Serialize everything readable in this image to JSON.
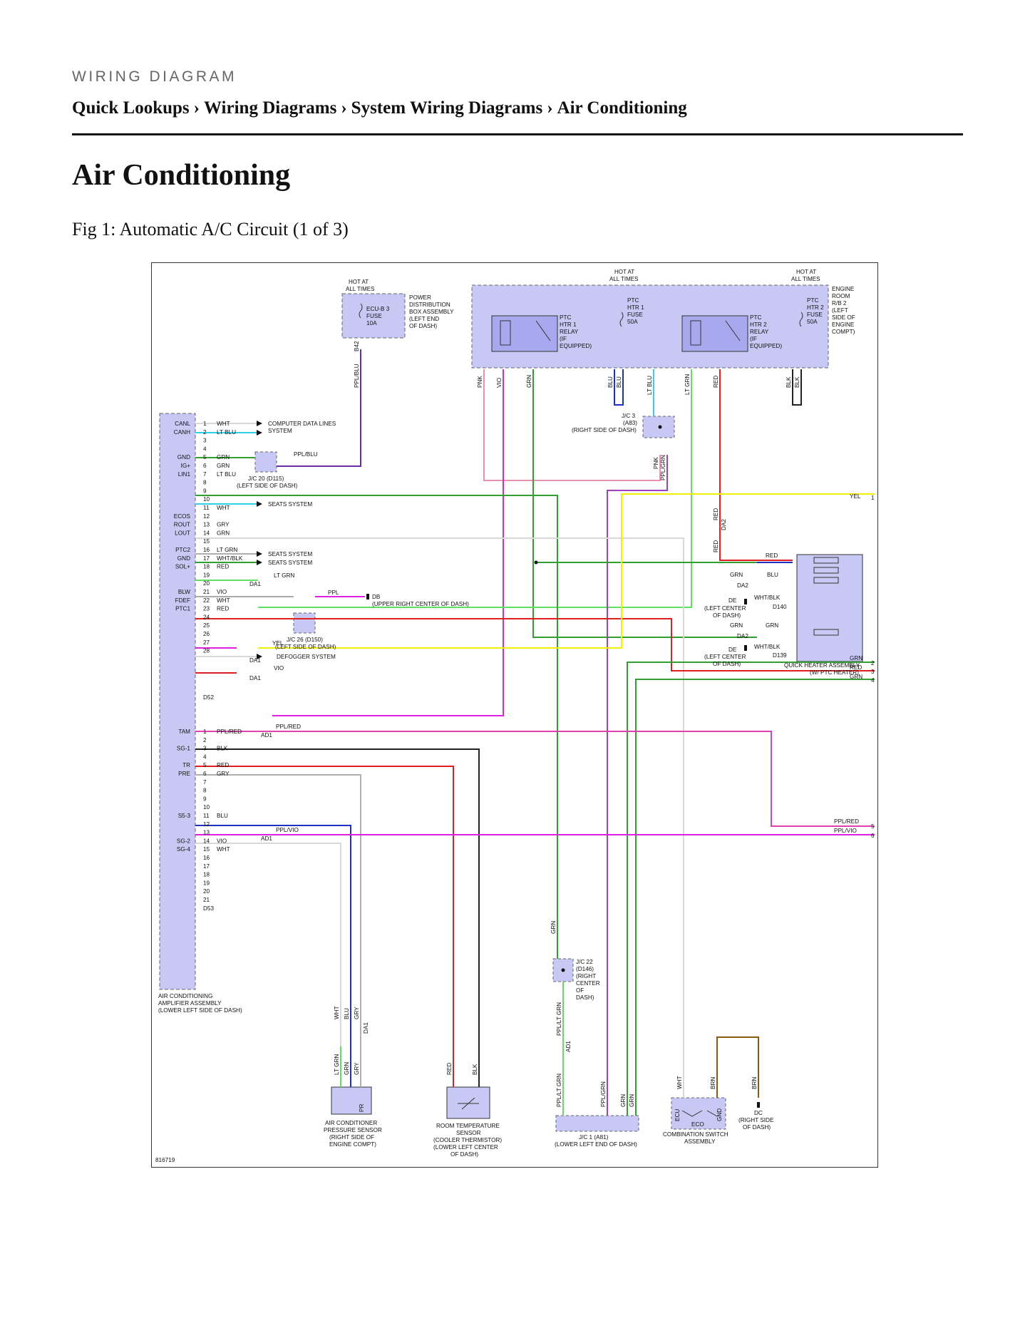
{
  "header": {
    "kicker": "WIRING DIAGRAM",
    "breadcrumb": [
      "Quick Lookups",
      "Wiring Diagrams",
      "System Wiring Diagrams",
      "Air Conditioning"
    ],
    "separator": "›"
  },
  "page_title": "Air Conditioning",
  "figure": {
    "caption": "Fig 1: Automatic A/C Circuit (1 of 3)",
    "id": "816719"
  },
  "colors": {
    "component_fill": "#c8c8f5",
    "wire_ppl_blu": "#6a2ea0",
    "wire_pnk": "#e890b0",
    "wire_vio": "#e020e0",
    "wire_grn": "#30a030",
    "wire_blu": "#2030c0",
    "wire_lt_blu": "#30d0e8",
    "wire_red": "#e02020",
    "wire_yel": "#f0f000",
    "wire_blk": "#222222",
    "wire_gry": "#b0b0b0",
    "wire_wht": "#d8d8d8",
    "wire_brn": "#8a5a10",
    "wire_ppl": "#a040c0"
  },
  "amplifier": {
    "name": [
      "AIR CONDITIONING",
      "AMPLIFIER ASSEMBLY",
      "(LOWER LEFT SIDE OF DASH)"
    ],
    "connector_a": "D52",
    "connector_b": "D53",
    "signals_a": [
      {
        "name": "CANL",
        "pin": "1",
        "wire": "WHT"
      },
      {
        "name": "CANH",
        "pin": "2",
        "wire": "LT BLU"
      },
      {
        "name": "",
        "pin": "3",
        "wire": ""
      },
      {
        "name": "",
        "pin": "4",
        "wire": ""
      },
      {
        "name": "GND",
        "pin": "5",
        "wire": "GRN"
      },
      {
        "name": "IG+",
        "pin": "6",
        "wire": "GRN"
      },
      {
        "name": "LIN1",
        "pin": "7",
        "wire": "LT BLU"
      },
      {
        "name": "",
        "pin": "8",
        "wire": ""
      },
      {
        "name": "",
        "pin": "9",
        "wire": ""
      },
      {
        "name": "",
        "pin": "10",
        "wire": ""
      },
      {
        "name": "",
        "pin": "11",
        "wire": "WHT"
      },
      {
        "name": "ECOS",
        "pin": "12",
        "wire": ""
      },
      {
        "name": "ROUT",
        "pin": "13",
        "wire": "GRY"
      },
      {
        "name": "LOUT",
        "pin": "14",
        "wire": "GRN"
      },
      {
        "name": "",
        "pin": "15",
        "wire": ""
      },
      {
        "name": "PTC2",
        "pin": "16",
        "wire": "LT GRN"
      },
      {
        "name": "GND",
        "pin": "17",
        "wire": "WHT/BLK"
      },
      {
        "name": "SOL+",
        "pin": "18",
        "wire": "RED"
      },
      {
        "name": "",
        "pin": "19",
        "wire": ""
      },
      {
        "name": "",
        "pin": "20",
        "wire": ""
      },
      {
        "name": "BLW",
        "pin": "21",
        "wire": "VIO"
      },
      {
        "name": "FDEF",
        "pin": "22",
        "wire": "WHT"
      },
      {
        "name": "PTC1",
        "pin": "23",
        "wire": "RED"
      },
      {
        "name": "",
        "pin": "24",
        "wire": ""
      },
      {
        "name": "",
        "pin": "25",
        "wire": ""
      },
      {
        "name": "",
        "pin": "26",
        "wire": ""
      },
      {
        "name": "",
        "pin": "27",
        "wire": ""
      },
      {
        "name": "",
        "pin": "28",
        "wire": ""
      }
    ],
    "signals_b": [
      {
        "name": "TAM",
        "pin": "1",
        "wire": "PPL/RED"
      },
      {
        "name": "",
        "pin": "2",
        "wire": ""
      },
      {
        "name": "SG-1",
        "pin": "3",
        "wire": "BLK"
      },
      {
        "name": "",
        "pin": "4",
        "wire": ""
      },
      {
        "name": "TR",
        "pin": "5",
        "wire": "RED"
      },
      {
        "name": "PRE",
        "pin": "6",
        "wire": "GRY"
      },
      {
        "name": "",
        "pin": "7",
        "wire": ""
      },
      {
        "name": "",
        "pin": "8",
        "wire": ""
      },
      {
        "name": "",
        "pin": "9",
        "wire": ""
      },
      {
        "name": "",
        "pin": "10",
        "wire": ""
      },
      {
        "name": "S5-3",
        "pin": "11",
        "wire": "BLU"
      },
      {
        "name": "",
        "pin": "12",
        "wire": ""
      },
      {
        "name": "",
        "pin": "13",
        "wire": ""
      },
      {
        "name": "SG-2",
        "pin": "14",
        "wire": "VIO"
      },
      {
        "name": "SG-4",
        "pin": "15",
        "wire": "WHT"
      },
      {
        "name": "",
        "pin": "16",
        "wire": ""
      },
      {
        "name": "",
        "pin": "17",
        "wire": ""
      },
      {
        "name": "",
        "pin": "18",
        "wire": ""
      },
      {
        "name": "",
        "pin": "19",
        "wire": ""
      },
      {
        "name": "",
        "pin": "20",
        "wire": ""
      },
      {
        "name": "",
        "pin": "21",
        "wire": ""
      }
    ]
  },
  "labels": {
    "hot_at_all_times": [
      "HOT AT",
      "ALL TIMES"
    ],
    "pdb": [
      "POWER",
      "DISTRIBUTION",
      "BOX ASSEMBLY",
      "(LEFT END",
      "OF DASH)"
    ],
    "ecu_fuse": [
      "ECU-B 3",
      "FUSE",
      "10A"
    ],
    "b42": "B42",
    "ppl_blu": "PPL/BLU",
    "engine_rb": [
      "ENGINE",
      "ROOM",
      "R/B 2",
      "(LEFT",
      "SIDE OF",
      "ENGINE",
      "COMPT)"
    ],
    "ptc_relay_1": [
      "PTC",
      "HTR 1",
      "RELAY",
      "(IF",
      "EQUIPPED)"
    ],
    "ptc_fuse_1": [
      "PTC",
      "HTR 1",
      "FUSE",
      "50A"
    ],
    "ptc_relay_2": [
      "PTC",
      "HTR 2",
      "RELAY",
      "(IF",
      "EQUIPPED)"
    ],
    "ptc_fuse_2": [
      "PTC",
      "HTR 2",
      "FUSE",
      "50A"
    ],
    "relay_wires": [
      "PNK",
      "VIO",
      "GRN",
      "BLU",
      "BLU",
      "LT BLU",
      "LT GRN",
      "RED",
      "BLK",
      "BLK"
    ],
    "jc3": [
      "J/C 3",
      "(A83)",
      "(RIGHT SIDE OF DASH)"
    ],
    "computer_data": [
      "COMPUTER DATA LINES",
      "SYSTEM"
    ],
    "jc20": [
      "J/C 20 (D115)",
      "(LEFT SIDE OF DASH)"
    ],
    "seats_system": "SEATS SYSTEM",
    "jc26": [
      "J/C 26 (D150)",
      "(LEFT SIDE OF DASH)"
    ],
    "db_ground": [
      "DB",
      "(UPPER RIGHT CENTER OF DASH)"
    ],
    "defogger": "DEFOGGER SYSTEM",
    "da1": "DA1",
    "da2": "DA2",
    "ad1": "AD1",
    "ppl": "PPL",
    "yel": "YEL",
    "vio": "VIO",
    "lt_grn": "LT GRN",
    "ppl_red": "PPL/RED",
    "ppl_vio": "PPL/VIO",
    "red": "RED",
    "blu": "BLU",
    "grn": "GRN",
    "wht_blk": "WHT/BLK",
    "de": "DE",
    "left_center": [
      "(LEFT CENTER",
      "OF DASH)"
    ],
    "d140": "D140",
    "d139": "D139",
    "quick_heater": [
      "QUICK HEATER ASSEMBLY",
      "(W/ PTC HEATER)"
    ],
    "offpage": [
      {
        "wire": "YEL",
        "num": "1"
      },
      {
        "wire": "GRN",
        "num": "2"
      },
      {
        "wire": "RED",
        "num": "3"
      },
      {
        "wire": "GRN",
        "num": "4"
      },
      {
        "wire": "PPL/RED",
        "num": "5"
      },
      {
        "wire": "PPL/VIO",
        "num": "6"
      }
    ],
    "jc22": [
      "J/C 22",
      "(D146)",
      "(RIGHT",
      "CENTER",
      "OF",
      "DASH)"
    ],
    "jc1": [
      "J/C 1 (A81)",
      "(LOWER LEFT END OF DASH)"
    ],
    "ac_pressure": [
      "AIR CONDITIONER",
      "PRESSURE SENSOR",
      "(RIGHT SIDE OF",
      "ENGINE COMPT)"
    ],
    "room_temp": [
      "ROOM TEMPERATURE",
      "SENSOR",
      "(COOLER THERMISTOR)",
      "(LOWER LEFT CENTER",
      "OF DASH)"
    ],
    "combo_switch": [
      "COMBINATION SWITCH",
      "ASSEMBLY"
    ],
    "dc_ground": [
      "DC",
      "(RIGHT SIDE",
      "OF DASH)"
    ],
    "pr": "PR",
    "eco": "ECO",
    "ecu": "ECU",
    "gnd": "GND",
    "ppl_lt_grn": "PPL/LT GRN",
    "ppl_grn": "PPL/GRN",
    "pnk": "PNK",
    "wht": "WHT",
    "gry": "GRY",
    "blk": "BLK",
    "brn": "BRN"
  }
}
